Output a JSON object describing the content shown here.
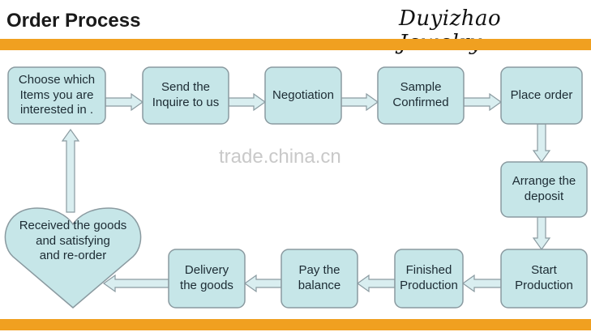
{
  "header": {
    "title": "Order Process",
    "brand": "Duyizhao Jewelry"
  },
  "watermark": "trade.china.cn",
  "colors": {
    "node_fill": "#c6e6e8",
    "node_stroke": "#8a9aa0",
    "bar": "#f0a020",
    "arrow_fill": "#d9eef0"
  },
  "steps": [
    {
      "id": "choose",
      "label": "Choose which\nItems you are\ninterested in ."
    },
    {
      "id": "send",
      "label": "Send the\nInquire to us"
    },
    {
      "id": "negotiation",
      "label": "Negotiation"
    },
    {
      "id": "sample",
      "label": "Sample\nConfirmed"
    },
    {
      "id": "place",
      "label": "Place order"
    },
    {
      "id": "deposit",
      "label": "Arrange the\ndeposit"
    },
    {
      "id": "start",
      "label": "Start\nProduction"
    },
    {
      "id": "finished",
      "label": "Finished\nProduction"
    },
    {
      "id": "balance",
      "label": "Pay the\nbalance"
    },
    {
      "id": "delivery",
      "label": "Delivery\nthe goods"
    },
    {
      "id": "received",
      "label": "Received the goods\nand satisfying\nand re-order"
    }
  ]
}
